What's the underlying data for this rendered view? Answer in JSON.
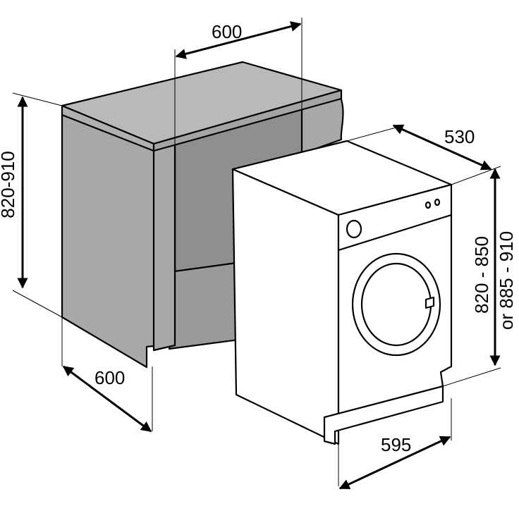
{
  "diagram": {
    "colors": {
      "cabinet_side": "#a8a8a8",
      "cabinet_top": "#b9b9b9",
      "cabinet_inner": "#8f8f8f",
      "line": "#000000",
      "appliance_fill": "#ffffff"
    },
    "dimensions": {
      "cabinet_width": "600",
      "cabinet_height": "820-910",
      "cabinet_depth": "600",
      "machine_depth": "530",
      "machine_height_line1": "820 - 850",
      "machine_height_line2": "or 885 - 910",
      "machine_width": "595"
    },
    "icons": [
      "dimension-arrow-icon",
      "door-porthole-icon",
      "control-knob-icon"
    ]
  }
}
